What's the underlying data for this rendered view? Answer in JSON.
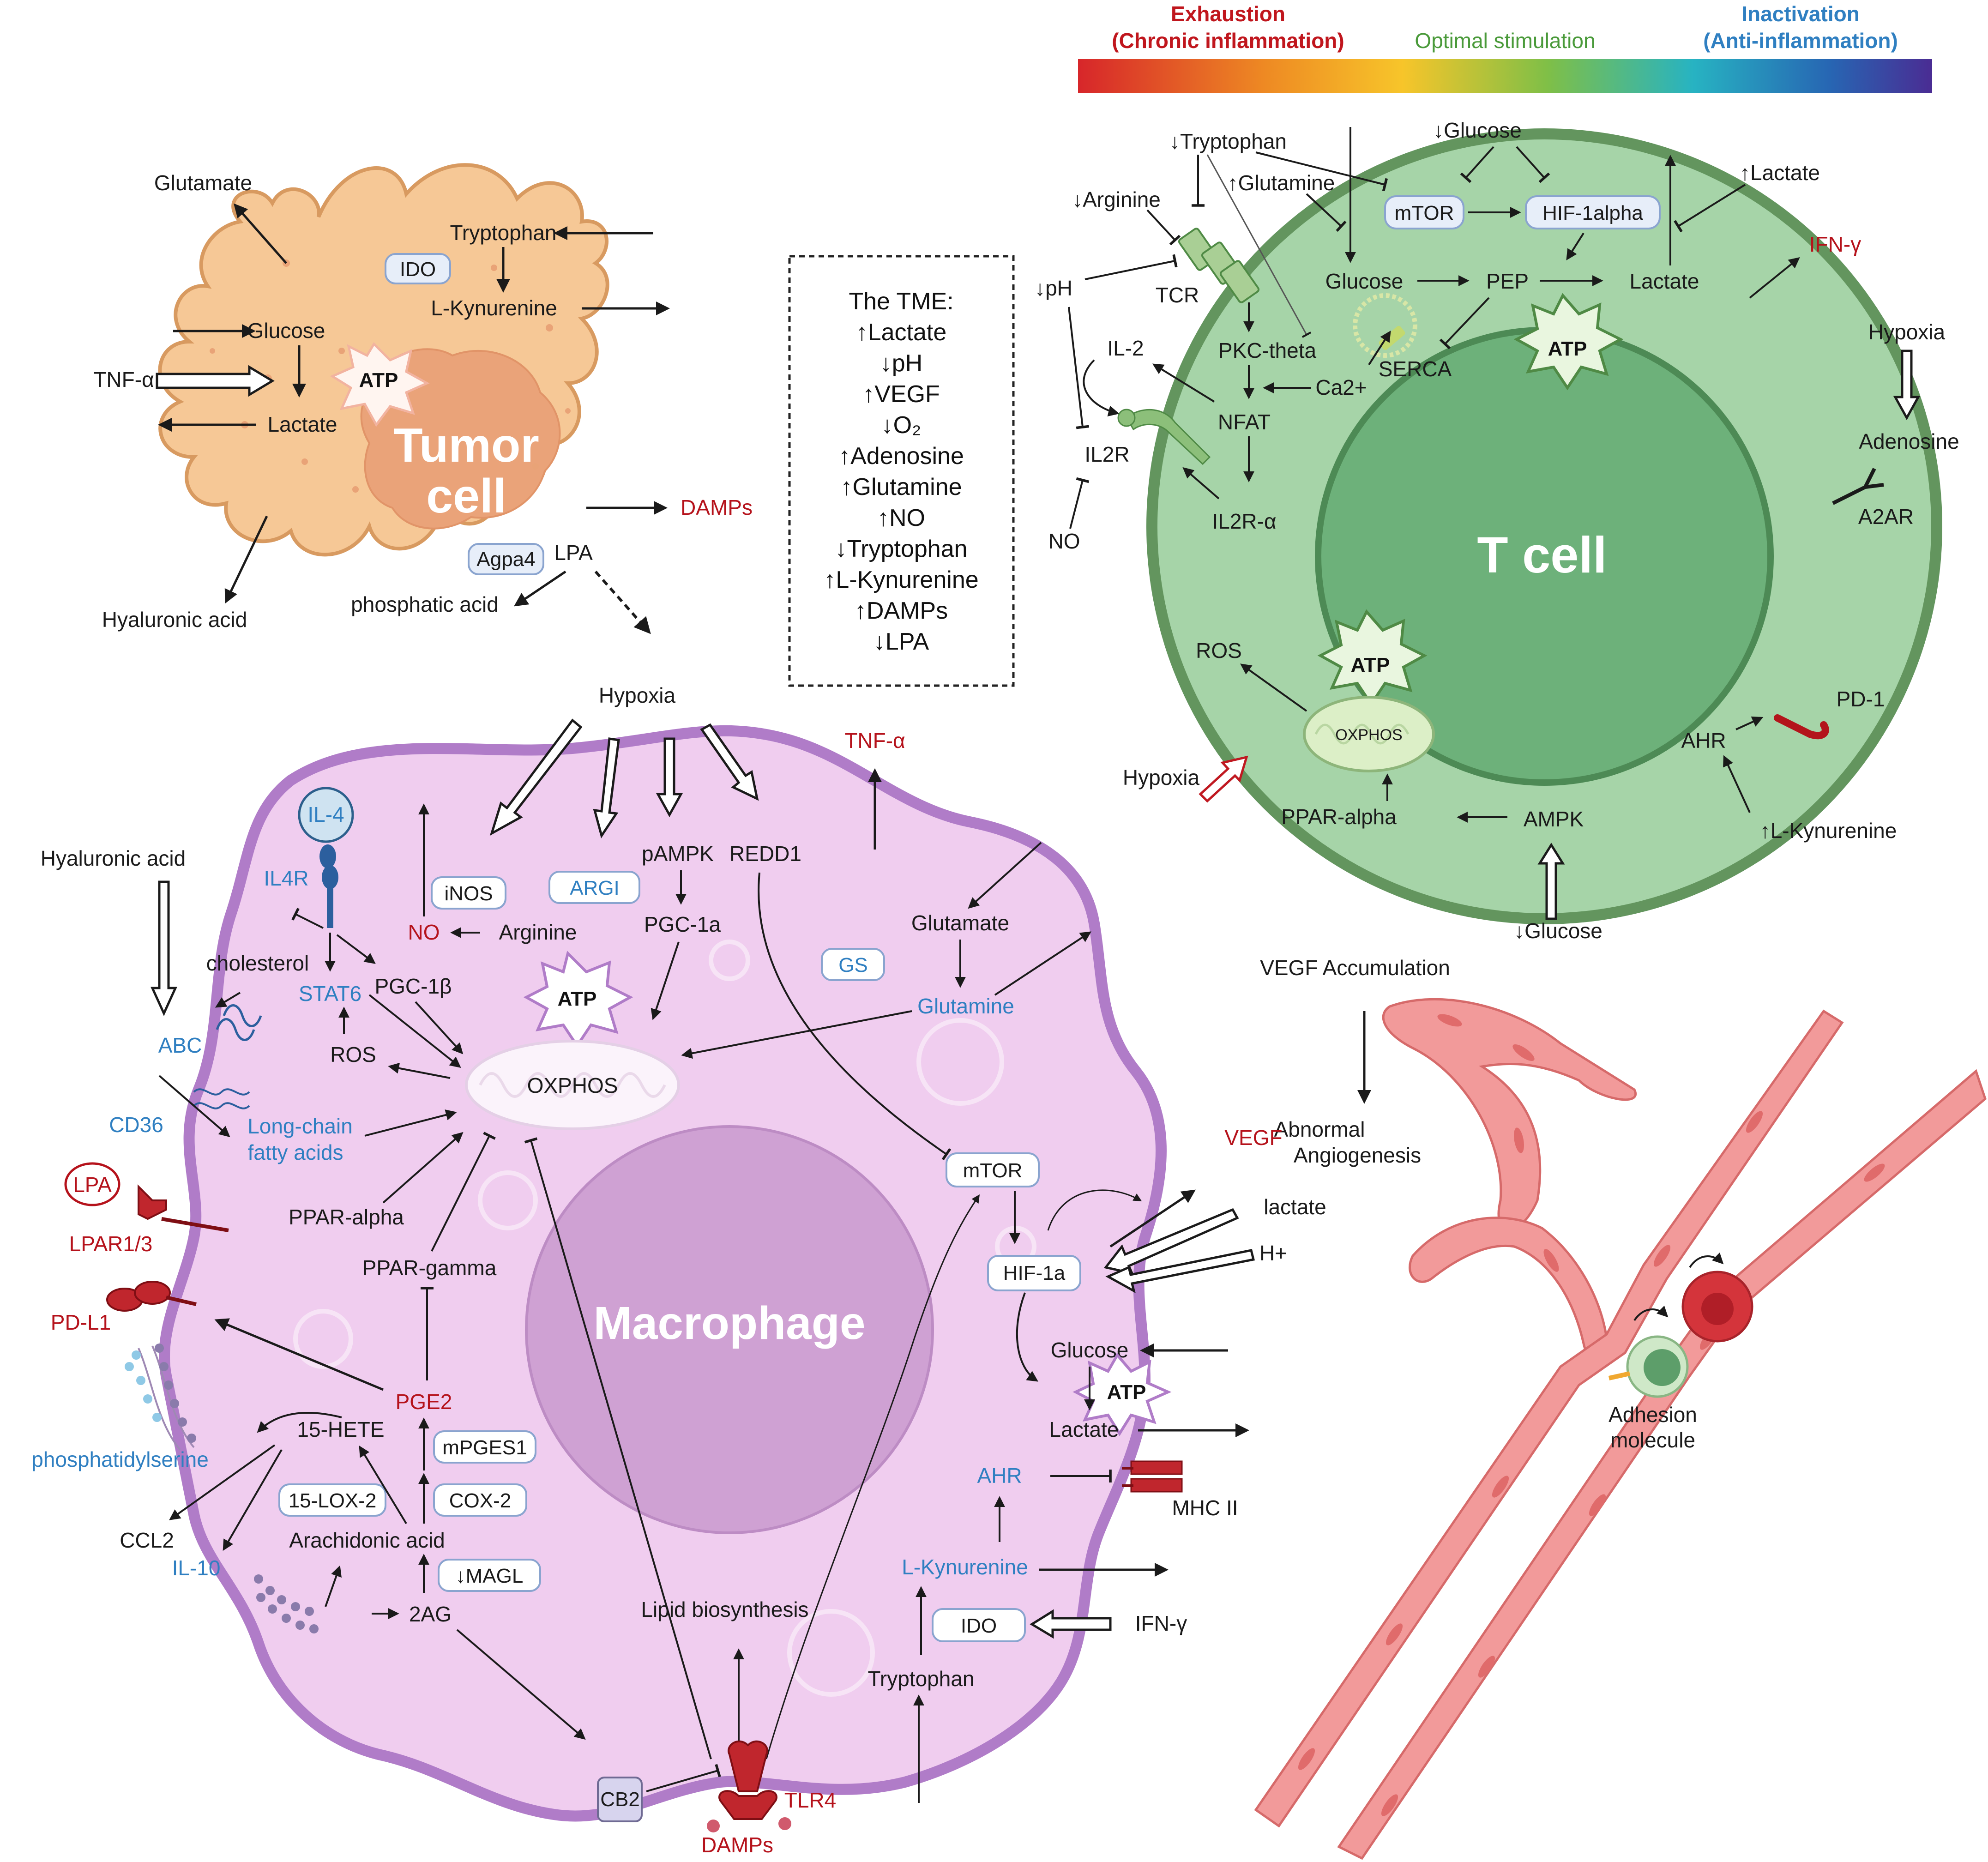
{
  "colors": {
    "tumor": "#f6c896",
    "tumor_nucleus": "#eaa379",
    "tcell_outer": "#a6d4a8",
    "tcell_membrane": "#63955e",
    "tcell_nucleus": "#6db17a",
    "macrophage": "#f0cdef",
    "macrophage_membrane": "#b07cc8",
    "macrophage_nucleus": "#cfa1d3",
    "vessel": "#f29a9a",
    "red_text": "#b5121b",
    "blue_text": "#2f7fc1"
  },
  "scale": {
    "left_label_top": "Exhaustion",
    "left_label_bottom": "(Chronic inflammation)",
    "middle_label": "Optimal stimulation",
    "right_label_top": "Inactivation",
    "right_label_bottom": "(Anti-inflammation)"
  },
  "tumor": {
    "name_line1": "Tumor",
    "name_line2": "cell",
    "labels": {
      "glutamate": "Glutamate",
      "tryptophan": "Tryptophan",
      "ido": "IDO",
      "l_kynurenine": "L-Kynurenine",
      "glucose": "Glucose",
      "tnf_alpha": "TNF-α",
      "atp": "ATP",
      "lactate": "Lactate",
      "damps": "DAMPs",
      "agpa4": "Agpa4",
      "lpa": "LPA",
      "phosphatic_acid": "phosphatic acid",
      "hyaluronic_acid": "Hyaluronic acid"
    }
  },
  "tme_box": {
    "lines": [
      "The TME:",
      "↑Lactate",
      "↓pH",
      "↑VEGF",
      "↓O₂",
      "↑Adenosine",
      "↑Glutamine",
      "↑NO",
      "↓Tryptophan",
      "↑L-Kynurenine",
      "↑DAMPs",
      "↓LPA"
    ]
  },
  "tcell": {
    "name": "T cell",
    "labels": {
      "tryptophan": "↓Tryptophan",
      "glucose_top": "↓Glucose",
      "glutamine": "↑Glutamine",
      "arginine": "↓Arginine",
      "lactate_top": "↑Lactate",
      "ph": "↓pH",
      "mtor": "mTOR",
      "hif1alpha": "HIF-1alpha",
      "glucose": "Glucose",
      "pep": "PEP",
      "lactate": "Lactate",
      "ifn_gamma": "IFN-γ",
      "tcr": "TCR",
      "il2": "IL-2",
      "pkc_theta": "PKC-theta",
      "serca": "SERCA",
      "ca2": "Ca2+",
      "atp": "ATP",
      "nfat": "NFAT",
      "il2r": "IL2R",
      "il2r_alpha": "IL2R-α",
      "no": "NO",
      "hypoxia_right": "Hypoxia",
      "adenosine": "Adenosine",
      "a2ar": "A2AR",
      "ros": "ROS",
      "oxphos": "OXPHOS",
      "pd1": "PD-1",
      "ahr": "AHR",
      "hypoxia_left": "Hypoxia",
      "ppar_alpha": "PPAR-alpha",
      "ampk": "AMPK",
      "l_kynurenine": "↑L-Kynurenine",
      "glucose_bottom": "↓Glucose"
    }
  },
  "macrophage": {
    "name": "Macrophage",
    "labels": {
      "hypoxia": "Hypoxia",
      "tnf_alpha": "TNF-α",
      "hyaluronic_acid": "Hyaluronic acid",
      "il4": "IL-4",
      "il4r": "IL4R",
      "inos": "iNOS",
      "argi": "ARGI",
      "pampk": "pAMPK",
      "redd1": "REDD1",
      "no": "NO",
      "arginine": "Arginine",
      "pgc1a": "PGC-1a",
      "cholesterol": "cholesterol",
      "stat6": "STAT6",
      "pgc1b": "PGC-1β",
      "atp": "ATP",
      "glutamate": "Glutamate",
      "gs": "GS",
      "glutamine": "Glutamine",
      "abc": "ABC",
      "ros": "ROS",
      "oxphos": "OXPHOS",
      "cd36": "CD36",
      "long_chain_1": "Long-chain",
      "long_chain_2": "fatty acids",
      "lpa": "LPA",
      "lpar": "LPAR1/3",
      "ppar_alpha": "PPAR-alpha",
      "ppar_gamma": "PPAR-gamma",
      "mtor": "mTOR",
      "vegf": "VEGF",
      "lactate_in": "lactate",
      "h_plus": "H+",
      "hif1a": "HIF-1a",
      "pdl1": "PD-L1",
      "pge2": "PGE2",
      "phosphatidylserine": "phosphatidylserine",
      "hete": "15-HETE",
      "mpges1": "mPGES1",
      "glucose": "Glucose",
      "atp2": "ATP",
      "lactate": "Lactate",
      "lox": "15-LOX-2",
      "cox2": "COX-2",
      "ahr": "AHR",
      "mhc2": "MHC II",
      "ccl2": "CCL2",
      "il10": "IL-10",
      "arachidonic": "Arachidonic acid",
      "magl": "↓MAGL",
      "l_kynurenine": "L-Kynurenine",
      "two_ag": "2AG",
      "lipid": "Lipid biosynthesis",
      "ido": "IDO",
      "ifn_gamma": "IFN-γ",
      "tryptophan": "Tryptophan",
      "cb2": "CB2",
      "tlr4": "TLR4",
      "damps": "DAMPs"
    }
  },
  "vessel": {
    "vegf_accumulation": "VEGF Accumulation",
    "abnormal_1": "Abnormal",
    "abnormal_2": "Angiogenesis",
    "adhesion_1": "Adhesion",
    "adhesion_2": "molecule"
  }
}
